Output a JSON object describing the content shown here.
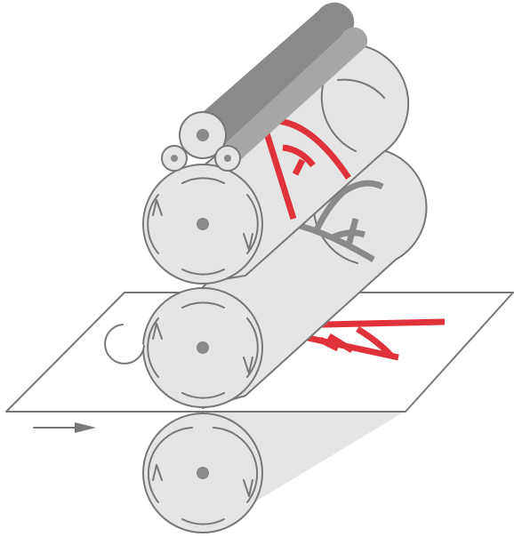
{
  "diagram": {
    "caption": "",
    "colors": {
      "background": "#ffffff",
      "cylinder_fill": "#e5e5e5",
      "cylinder_stroke": "#777777",
      "dampening_roller_dark": "#8a8a8a",
      "dampening_roller_light": "#a6a6a6",
      "printed_letter": "#e0323a",
      "offset_letter": "#8a8a8a",
      "arrow": "#777777",
      "paper_stroke": "#666666"
    },
    "letters": {
      "plate_image": "A",
      "blanket_image": "A",
      "printed_image": "A"
    },
    "parts": [
      "dampening-roller-assembly",
      "plate-cylinder",
      "blanket-cylinder",
      "impression-cylinder",
      "paper-sheet",
      "feed-direction-arrow"
    ]
  }
}
